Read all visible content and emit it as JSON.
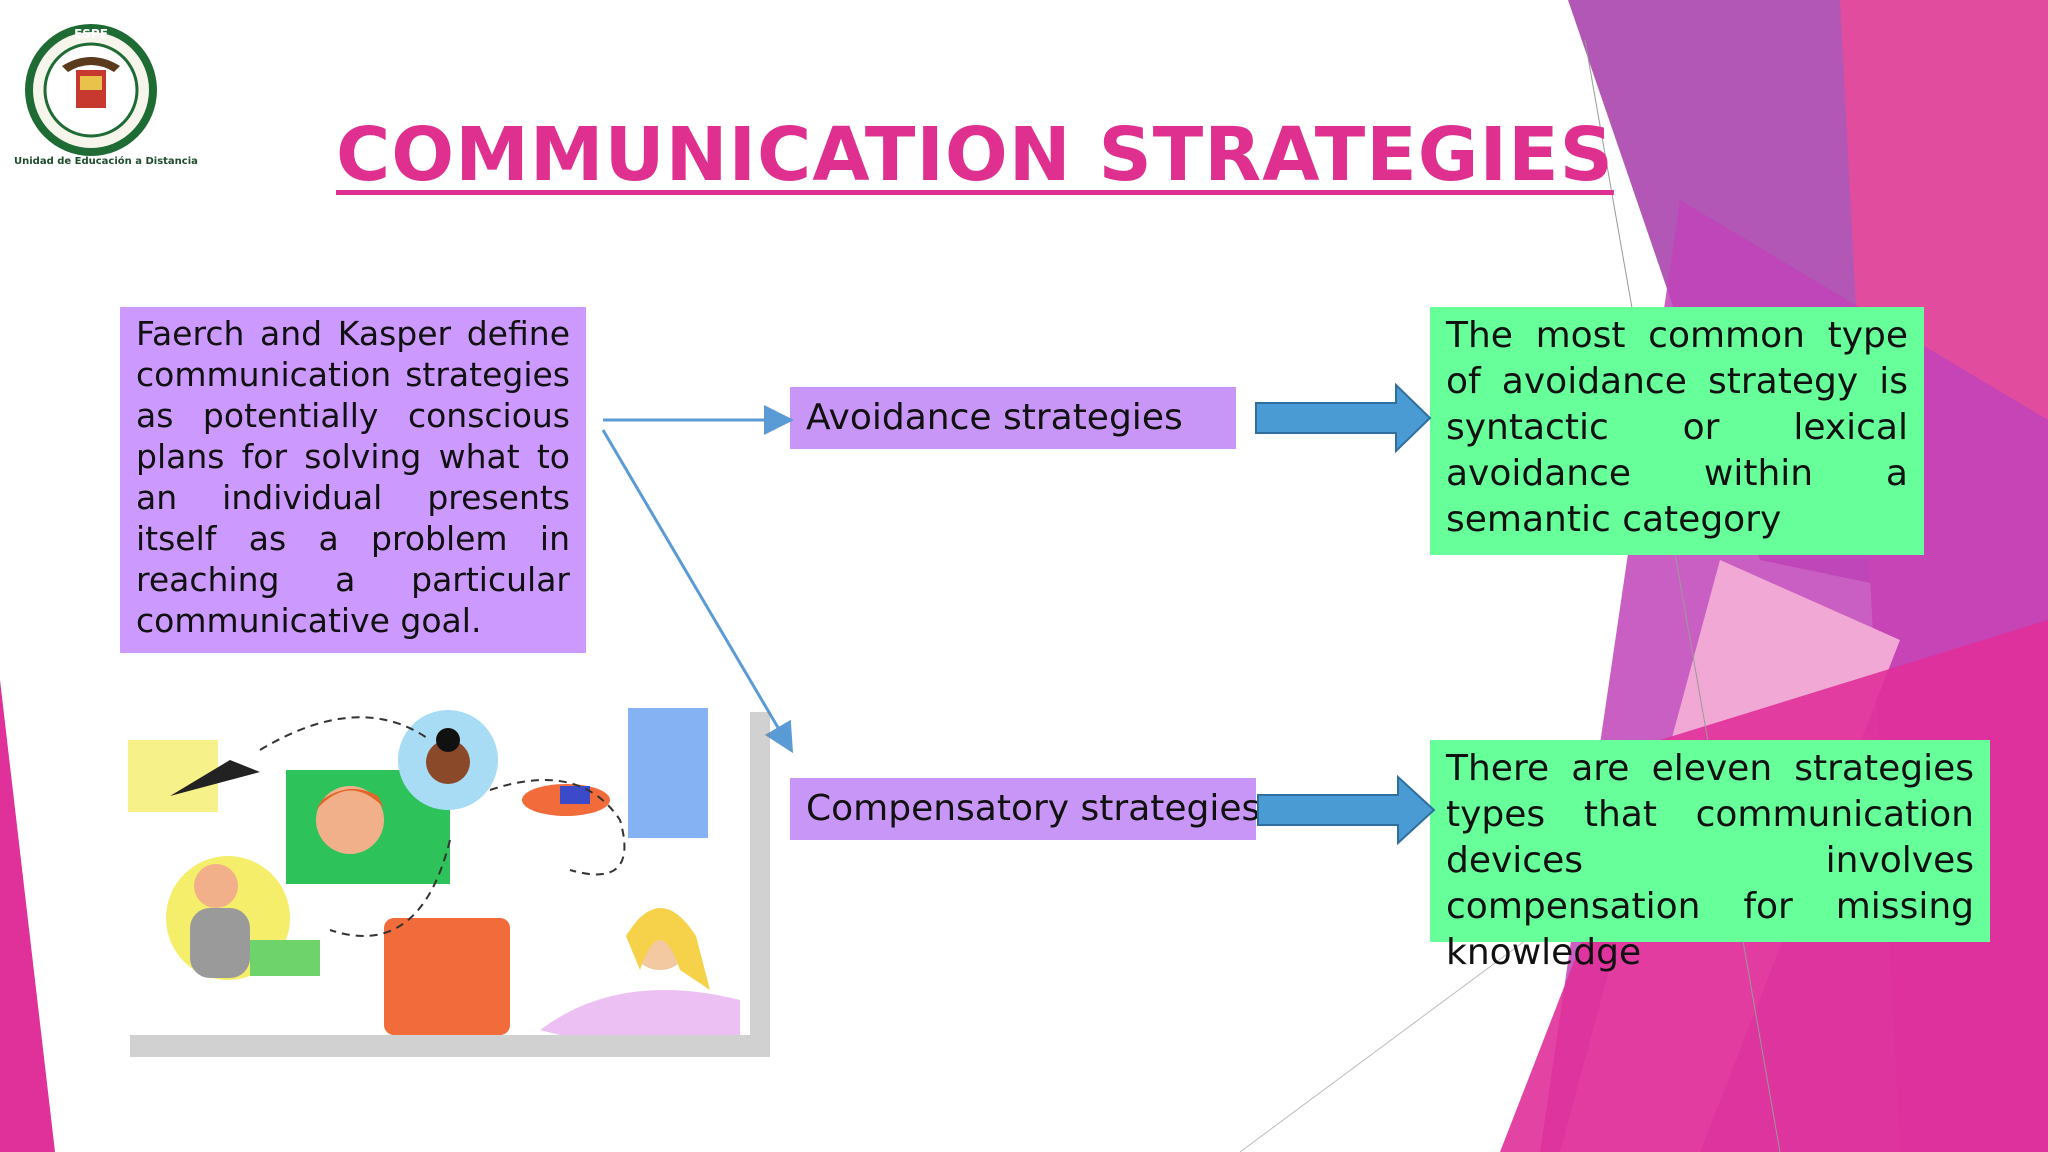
{
  "slide": {
    "title": "COMMUNICATION STRATEGIES",
    "logo": {
      "top_text": "ESPE",
      "caption": "Unidad de Educación a Distancia"
    }
  },
  "colors": {
    "title": "#e0308f",
    "definition_box": "#cc99ff",
    "strategy_box": "#c896f7",
    "result_box": "#66ff99",
    "arrow": "#4a9ad4",
    "connector": "#5b9bd5"
  },
  "definition": "Faerch and Kasper define communication strategies as potentially conscious plans for solving what to an individual presents itself as a problem in reaching a particular communicative goal.",
  "strategies": [
    {
      "label": "Avoidance strategies",
      "description": "The most common type of avoidance strategy is syntactic or lexical avoidance within a semantic category"
    },
    {
      "label": "Compensatory strategies",
      "description": "There are eleven strategies types that communication devices involves compensation for missing knowledge"
    }
  ],
  "illustration": {
    "subject": "people-communicating-illustration"
  }
}
